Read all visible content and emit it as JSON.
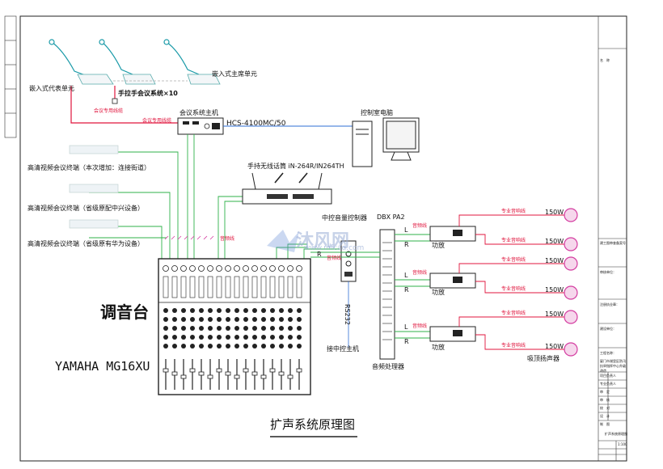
{
  "colors": {
    "red_line": "#e0143c",
    "green_line": "#2fb14a",
    "blue_line": "#2f6fd6",
    "magenta": "#d43ca0",
    "frame": "#222222"
  },
  "mics": {
    "delegate_label": "嵌入式代表单元",
    "chairman_label": "嵌入式主席单元",
    "handheld_system": "手拉手会议系统×10",
    "dedicated_cable": "会议专用线缆",
    "signal_cable": "会议专用线缆"
  },
  "host": {
    "label": "会议系统主机",
    "model": "HCS-4100MC/50"
  },
  "terminals": [
    "高清视频会议终端（本次增加：连接街道）",
    "高清视频会议终端（省级原配中兴设备）",
    "高清视频会议终端（省级原有华为设备）"
  ],
  "computer": {
    "label": "控制室电脑"
  },
  "wireless": {
    "label": "手持无线话筒   iN-264R/IN264TH"
  },
  "mixer": {
    "label": "调音台",
    "model": "YAMAHA MG16XU"
  },
  "volume_ctrl": {
    "label": "中控音量控制器",
    "rs232": "RS232",
    "host": "接中控主机"
  },
  "processor": {
    "model": "DBX PA2",
    "label": "音频处理器"
  },
  "amps": [
    {
      "label": "功放"
    },
    {
      "label": "功放"
    },
    {
      "label": "功放"
    }
  ],
  "speakers": {
    "watt": "150W",
    "label": "吸顶扬声器"
  },
  "cable_labels": {
    "audio": "音频线",
    "pro_speaker": "专业音响线"
  },
  "lr": {
    "L": "L",
    "R": "R"
  },
  "watermark": {
    "cn": "沐风网",
    "url": "www.mfcad.com"
  },
  "title": "扩声系统原理图",
  "title_block": {
    "name_label": "名　称",
    "drawing_name": "扩声系统原理图",
    "project": "厦门市湖里区防汛抗旱指挥中心升级改造",
    "scale": "1:100",
    "rows": [
      "建工图审查备案号：",
      "审核单位：",
      "注册执业章：",
      "建设单位：",
      "工程名称：",
      "项目负责人",
      "专业负责人",
      "审　定",
      "审　核",
      "校　对",
      "设　计",
      "制　图"
    ]
  }
}
